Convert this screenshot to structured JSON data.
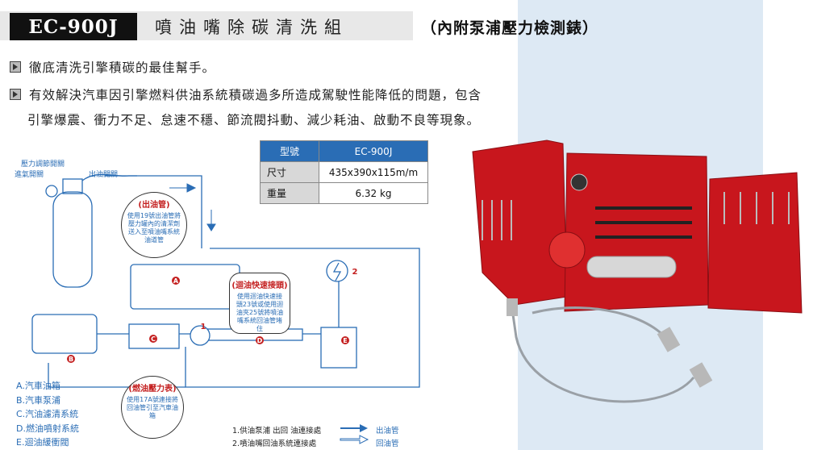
{
  "header": {
    "model": "EC-900J",
    "title": "噴油嘴除碳清洗組",
    "subtitle": "（內附泵浦壓力檢測錶）"
  },
  "bullets": [
    "徹底清洗引擎積碳的最佳幫手。",
    "有效解決汽車因引擎燃料供油系統積碳過多所造成駕駛性能降低的問題，包含",
    "引擎爆震、衝力不足、怠速不穩、節流閥抖動、減少耗油、啟動不良等現象。"
  ],
  "spec_table": {
    "rows": [
      {
        "label": "型號",
        "value": "EC-900J"
      },
      {
        "label": "尺寸",
        "value": "435x390x115m/m"
      },
      {
        "label": "重量",
        "value": "6.32 kg"
      }
    ]
  },
  "diagram": {
    "labels": {
      "pressure_switch": "壓力調節開關",
      "intake_switch": "進氣開關",
      "outlet_switch": "出油開關"
    },
    "callouts": [
      {
        "title": "(出油管)",
        "body": "使用19號出油管將壓力罐內的清潔劑送入至噴油嘴系統油道管"
      },
      {
        "title": "(迴油快速接頭)",
        "body": "使用迴油快速接頭23號或使用迴油夾25號將噴油嘴系統回油管堵住"
      },
      {
        "title": "(燃油壓力表)",
        "body": "使用17A號連接將回油管引至汽車油箱"
      }
    ],
    "legend": [
      "A.汽車油箱",
      "B.汽車泵浦",
      "C.汽油濾清系統",
      "D.燃油噴射系統",
      "E.迴油緩衝閥"
    ],
    "notes": [
      "1.供油泵浦 出回 油連接處",
      "2.噴油嘴回油系統連接處"
    ],
    "arrow_legend": {
      "out": "出油管",
      "back": "回油管"
    },
    "markers": [
      "A",
      "B",
      "C",
      "D",
      "E",
      "1",
      "2"
    ]
  },
  "colors": {
    "accent_blue": "#2a6db5",
    "case_red": "#c8161d",
    "panel_bg": "#dde9f4"
  }
}
